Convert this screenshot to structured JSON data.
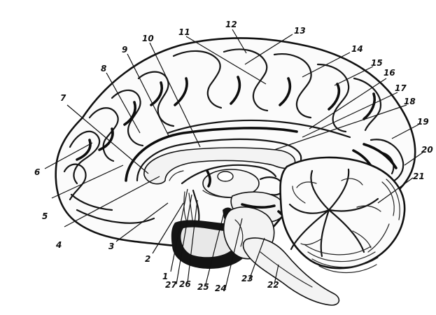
{
  "labels": [
    "1",
    "2",
    "3",
    "4",
    "5",
    "6",
    "7",
    "8",
    "9",
    "10",
    "11",
    "12",
    "13",
    "14",
    "15",
    "16",
    "17",
    "18",
    "19",
    "20",
    "21",
    "22",
    "23",
    "24",
    "25",
    "26",
    "27"
  ]
}
